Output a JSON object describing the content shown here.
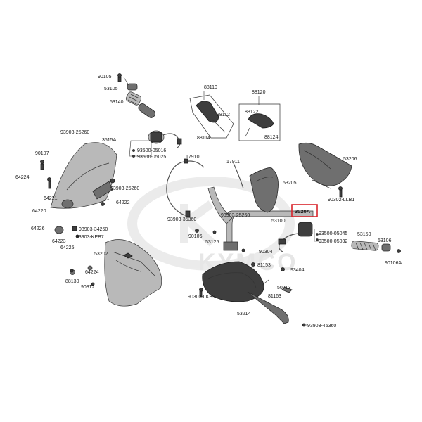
{
  "watermark": {
    "text": "KYMCO"
  },
  "highlight_color": "#d9242b",
  "part_labels": [
    {
      "id": "p90105",
      "text": "90105"
    },
    {
      "id": "p53105",
      "text": "53105"
    },
    {
      "id": "p53140",
      "text": "53140"
    },
    {
      "id": "p88110",
      "text": "88110"
    },
    {
      "id": "p88112",
      "text": "88112"
    },
    {
      "id": "p88114",
      "text": "88114"
    },
    {
      "id": "p88120",
      "text": "88120"
    },
    {
      "id": "p88122",
      "text": "88122"
    },
    {
      "id": "p88124",
      "text": "88124"
    },
    {
      "id": "p93903_25260a",
      "text": "93903-25260"
    },
    {
      "id": "p3515A",
      "text": "3515A"
    },
    {
      "id": "p93500_05016",
      "text": "93500-05016"
    },
    {
      "id": "p93500_05025",
      "text": "93500-05025"
    },
    {
      "id": "p90107",
      "text": "90107"
    },
    {
      "id": "p64224a",
      "text": "64224"
    },
    {
      "id": "p64221",
      "text": "64221"
    },
    {
      "id": "p64220",
      "text": "64220"
    },
    {
      "id": "p93903_25260b",
      "text": "93903-25260"
    },
    {
      "id": "p64222",
      "text": "64222"
    },
    {
      "id": "p17910",
      "text": "17910"
    },
    {
      "id": "p17911",
      "text": "17911"
    },
    {
      "id": "p53206",
      "text": "53206"
    },
    {
      "id": "p53205",
      "text": "53205"
    },
    {
      "id": "p90302_LLB1",
      "text": "90302-LLB1"
    },
    {
      "id": "p3520A",
      "text": "3520A"
    },
    {
      "id": "p93903_35360",
      "text": "93903-35360"
    },
    {
      "id": "p93903_25260c",
      "text": "93903-25260"
    },
    {
      "id": "p53100",
      "text": "53100"
    },
    {
      "id": "p93500_05045",
      "text": "93500-05045"
    },
    {
      "id": "p93500_05032",
      "text": "93500-05032"
    },
    {
      "id": "p53150",
      "text": "53150"
    },
    {
      "id": "p53106",
      "text": "53106"
    },
    {
      "id": "p90106A",
      "text": "90106A"
    },
    {
      "id": "p64226",
      "text": "64226"
    },
    {
      "id": "p93903_34260",
      "text": "93903-34260"
    },
    {
      "id": "p64223",
      "text": "64223"
    },
    {
      "id": "p93903_KEB7",
      "text": "93903-KEB7"
    },
    {
      "id": "p64225",
      "text": "64225"
    },
    {
      "id": "p90106",
      "text": "90106"
    },
    {
      "id": "p53125",
      "text": "53125"
    },
    {
      "id": "p90304",
      "text": "90304"
    },
    {
      "id": "p53202",
      "text": "53202"
    },
    {
      "id": "p81153",
      "text": "81153"
    },
    {
      "id": "p93404",
      "text": "93404"
    },
    {
      "id": "p64224b",
      "text": "64224"
    },
    {
      "id": "p90312",
      "text": "90312"
    },
    {
      "id": "p88130",
      "text": "88130"
    },
    {
      "id": "p50713",
      "text": "50713"
    },
    {
      "id": "p81163",
      "text": "81163"
    },
    {
      "id": "p90302_LKB9",
      "text": "90302-LKB9"
    },
    {
      "id": "p53214",
      "text": "53214"
    },
    {
      "id": "p93903_45360",
      "text": "93903-45360"
    }
  ]
}
